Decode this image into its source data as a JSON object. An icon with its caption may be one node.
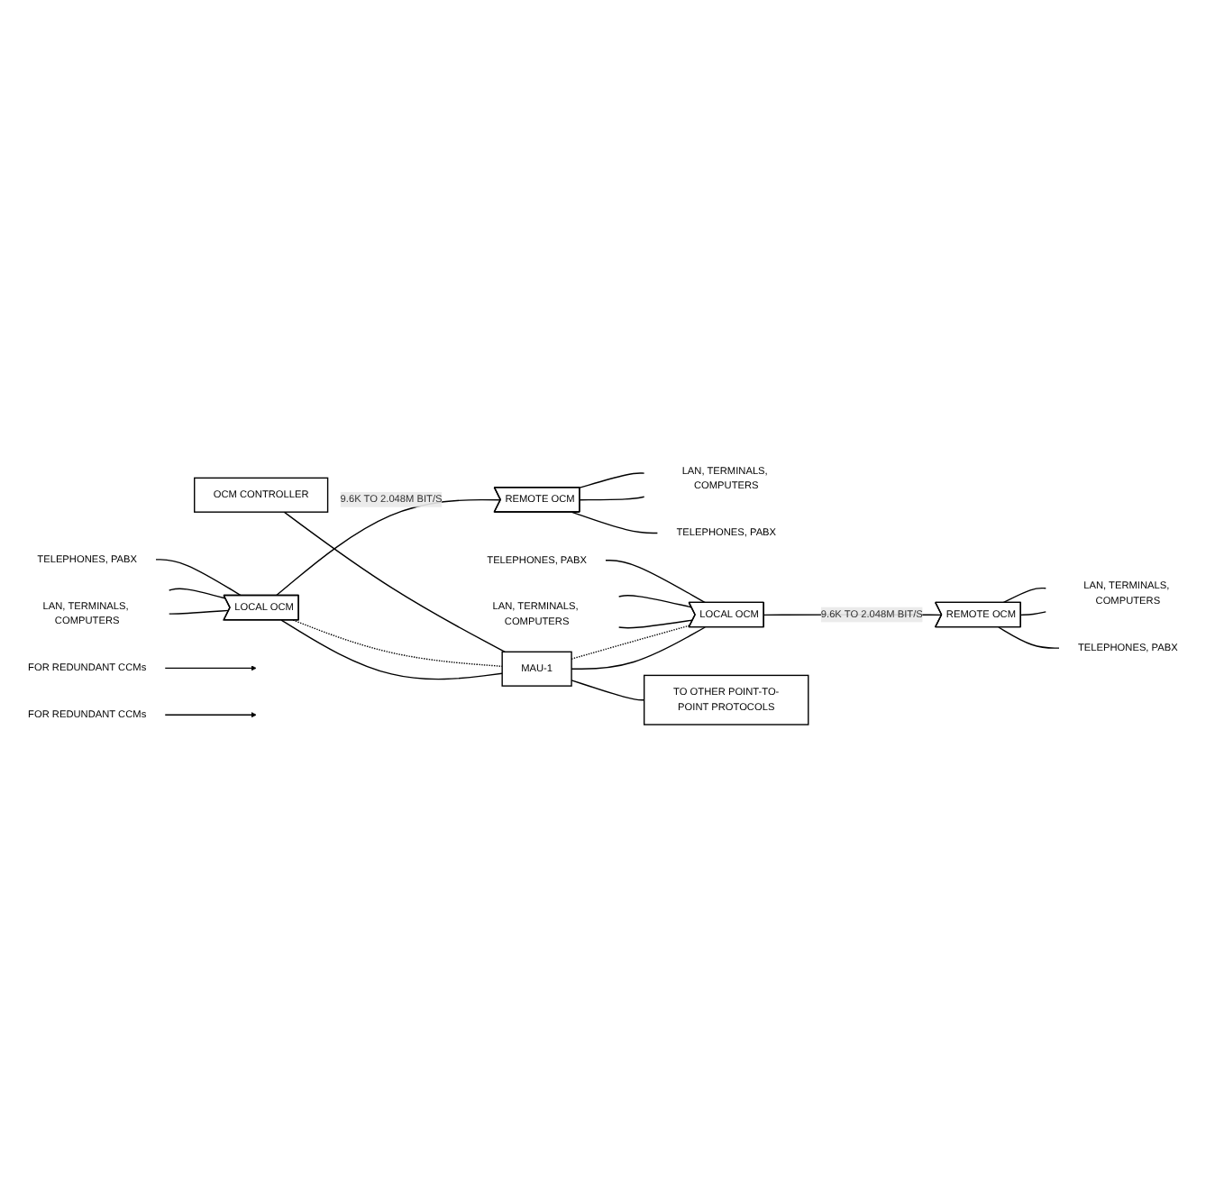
{
  "diagram": {
    "nodes": [
      {
        "text": [
          "LAN, TERMINALS, COMPUTERS"
        ]
      },
      {
        "text": [
          "TELEPHONES, PABX"
        ]
      },
      {
        "text": [
          "LOCAL OCM"
        ]
      },
      {
        "text": [
          "REMOTE OCM"
        ]
      },
      {
        "text": [
          "LAN, TERMINALS, COMPUTERS"
        ]
      },
      {
        "text": [
          "TELEPHONES, PABX"
        ]
      },
      {
        "text": [
          "FOR REDUNDANT CCMs"
        ]
      },
      {
        "text": [
          "OCM CONTROLLER"
        ]
      },
      {
        "text": [
          "MAU-1"
        ]
      },
      {
        "text": [
          "FOR REDUNDANT CCMs"
        ]
      },
      {
        "text": [
          "LAN, TERMINALS, COMPUTERS"
        ]
      },
      {
        "text": [
          "TELEPHONES, PABX"
        ]
      },
      {
        "text": [
          "LOCAL OCM"
        ]
      },
      {
        "text": [
          "REMOTE OCM"
        ]
      },
      {
        "text": [
          "LAN, TERMINALS, COMPUTERS"
        ]
      },
      {
        "text": [
          "TELEPHONES, PABX"
        ]
      },
      {
        "text": [
          "TO OTHER POINT-TO-POINT PROTOCOLS"
        ]
      }
    ],
    "edges": [
      {
        "from": 0,
        "to": 2,
        "arrow": "none"
      },
      {
        "from": 0,
        "to": 2,
        "arrow": "none"
      },
      {
        "from": 1,
        "to": 2,
        "arrow": "none"
      },
      {
        "from": 2,
        "to": 3,
        "arrow": "none",
        "label": "9.6K TO 2.048M BIT/S"
      },
      {
        "from": 3,
        "to": 4,
        "arrow": "none"
      },
      {
        "from": 3,
        "to": 4,
        "arrow": "none"
      },
      {
        "from": 3,
        "to": 5,
        "arrow": "none"
      },
      {
        "from": 2,
        "to": 8,
        "arrow": "none"
      },
      {
        "from": 2,
        "to": 8,
        "arrow": "none",
        "style": "dashed"
      },
      {
        "from": 6,
        "to": null,
        "arrow": "to"
      },
      {
        "from": 7,
        "to": 8,
        "arrow": "none"
      },
      {
        "from": 8,
        "to": 12,
        "arrow": "none"
      },
      {
        "from": 8,
        "to": 12,
        "arrow": "none",
        "style": "dashed"
      },
      {
        "from": 9,
        "to": null,
        "arrow": "to"
      },
      {
        "from": 10,
        "to": 12,
        "arrow": "none"
      },
      {
        "from": 10,
        "to": 12,
        "arrow": "none"
      },
      {
        "from": 11,
        "to": 12,
        "arrow": "none"
      },
      {
        "from": 12,
        "to": 13,
        "arrow": "none",
        "label": "9.6K TO 2.048M BIT/S"
      },
      {
        "from": 13,
        "to": 14,
        "arrow": "none"
      },
      {
        "from": 13,
        "to": 14,
        "arrow": "none"
      },
      {
        "from": 13,
        "to": 15,
        "arrow": "none"
      },
      {
        "from": 8,
        "to": 16,
        "arrow": "none"
      }
    ]
  }
}
